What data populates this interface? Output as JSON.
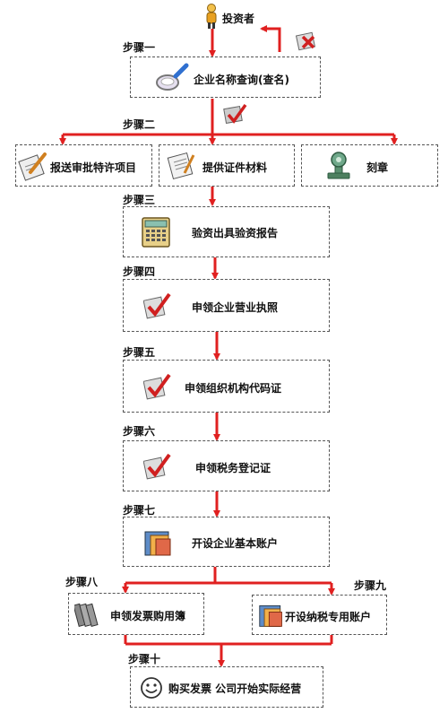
{
  "investor": "投资者",
  "steps": {
    "s1": "步骤一",
    "s2": "步骤二",
    "s3": "步骤三",
    "s4": "步骤四",
    "s5": "步骤五",
    "s6": "步骤六",
    "s7": "步骤七",
    "s8": "步骤八",
    "s9": "步骤九",
    "s10": "步骤十"
  },
  "boxes": {
    "name_check": "企业名称查询(查名)",
    "special_approval": "报送审批特许项目",
    "submit_docs": "提供证件材料",
    "seal": "刻章",
    "capital_verification": "验资出具验资报告",
    "business_license": "申领企业营业执照",
    "org_code": "申领组织机构代码证",
    "tax_registration": "申领税务登记证",
    "bank_account": "开设企业基本账户",
    "invoice_book": "申领发票购用簿",
    "vat_account": "开设纳税专用账户",
    "start_business": "购买发票 公司开始实际经营"
  },
  "colors": {
    "arrow": "#e02020",
    "border": "#555555"
  }
}
